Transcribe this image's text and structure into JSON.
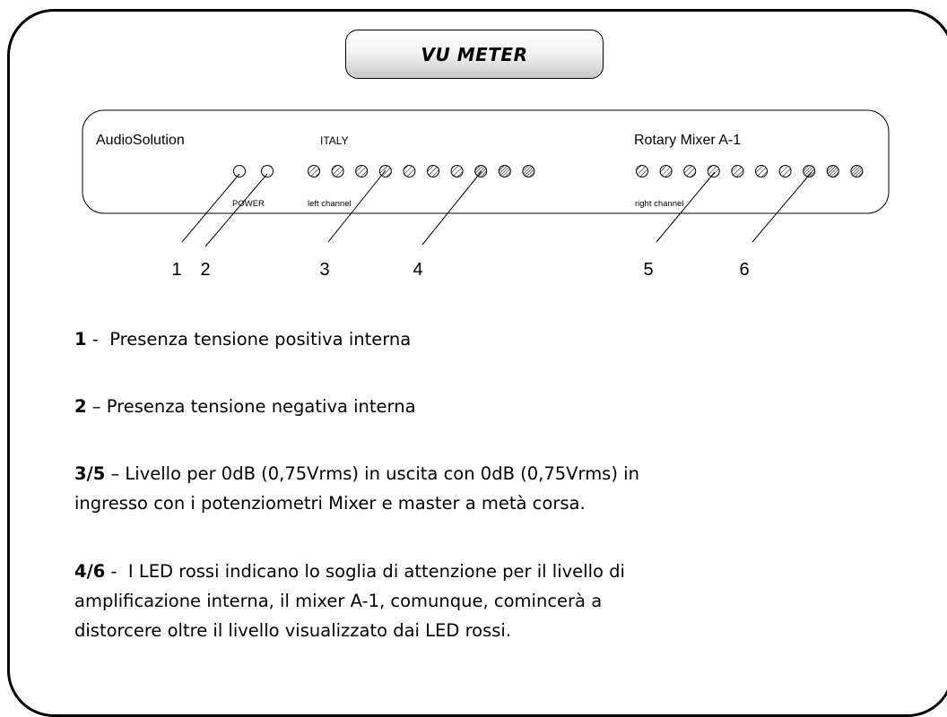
{
  "title": "VU METER",
  "panel": {
    "brand": "AudioSolution",
    "country": "ITALY",
    "model": "Rotary Mixer A-1",
    "power_label": "POWER",
    "left_label": "left channel",
    "right_label": "right channel"
  },
  "callouts": [
    "1",
    "2",
    "3",
    "4",
    "5",
    "6"
  ],
  "leds": {
    "power_count": 2,
    "left_count": 10,
    "right_count": 10,
    "red_from_index": 7
  },
  "notes": [
    {
      "num": "1",
      "sep": " -  ",
      "lines": [
        "Presenza tensione positiva interna"
      ]
    },
    {
      "num": "2",
      "sep": " – ",
      "lines": [
        "Presenza tensione negativa interna"
      ]
    },
    {
      "num": "3/5",
      "sep": " – ",
      "lines": [
        "Livello per 0dB (0,75Vrms) in uscita con 0dB (0,75Vrms) in",
        "ingresso con i potenziometri Mixer e master a metà corsa."
      ]
    },
    {
      "num": "4/6",
      "sep": " -  ",
      "lines": [
        "I LED rossi indicano lo soglia di attenzione per il livello di",
        "amplificazione interna, il mixer A-1, comunque, comincerà a",
        "distorcere oltre il livello visualizzato  dai LED rossi."
      ]
    }
  ]
}
